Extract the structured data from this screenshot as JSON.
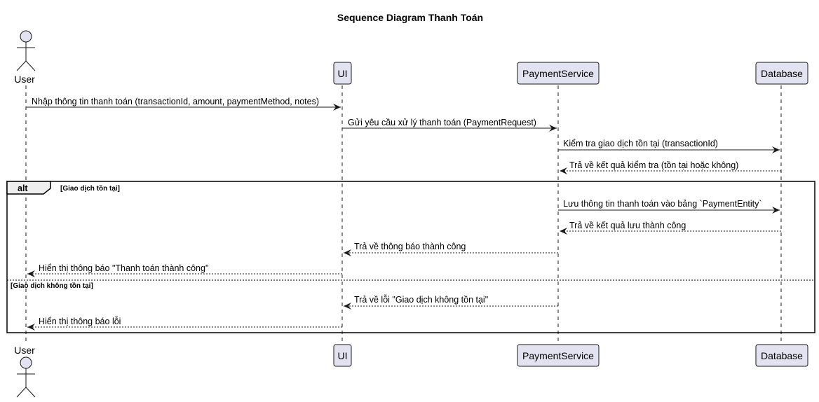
{
  "title": "Sequence Diagram Thanh Toán",
  "participants": {
    "user": "User",
    "ui": "UI",
    "service": "PaymentService",
    "db": "Database"
  },
  "messages": [
    {
      "from": "user",
      "to": "ui",
      "text": "Nhập thông tin thanh toán (transactionId, amount, paymentMethod, notes)",
      "style": "solid"
    },
    {
      "from": "ui",
      "to": "service",
      "text": "Gửi yêu cầu xử lý thanh toán (PaymentRequest)",
      "style": "solid"
    },
    {
      "from": "service",
      "to": "db",
      "text": "Kiểm tra giao dịch tồn tại (transactionId)",
      "style": "solid"
    },
    {
      "from": "db",
      "to": "service",
      "text": "Trả về kết quả kiểm tra (tồn tại hoặc không)",
      "style": "dashed"
    },
    {
      "from": "service",
      "to": "db",
      "text": "Lưu thông tin thanh toán vào bảng `PaymentEntity`",
      "style": "solid"
    },
    {
      "from": "db",
      "to": "service",
      "text": "Trả về kết quả lưu thành công",
      "style": "dashed"
    },
    {
      "from": "service",
      "to": "ui",
      "text": "Trả về thông báo thành công",
      "style": "dashed"
    },
    {
      "from": "ui",
      "to": "user",
      "text": "Hiển thị thông báo \"Thanh toán thành công\"",
      "style": "dashed"
    },
    {
      "from": "service",
      "to": "ui",
      "text": "Trả về lỗi \"Giao dịch không tồn tại\"",
      "style": "dashed"
    },
    {
      "from": "ui",
      "to": "user",
      "text": "Hiển thị thông báo lỗi",
      "style": "dashed"
    }
  ],
  "alt": {
    "label": "alt",
    "guard1": "[Giao dịch tồn tại]",
    "guard2": "[Giao dịch không tồn tại]"
  },
  "colors": {
    "participant_fill": "#e2e2f0",
    "participant_stroke": "#181818",
    "lifeline": "#181818",
    "alt_tab_fill": "#eeeeee"
  }
}
